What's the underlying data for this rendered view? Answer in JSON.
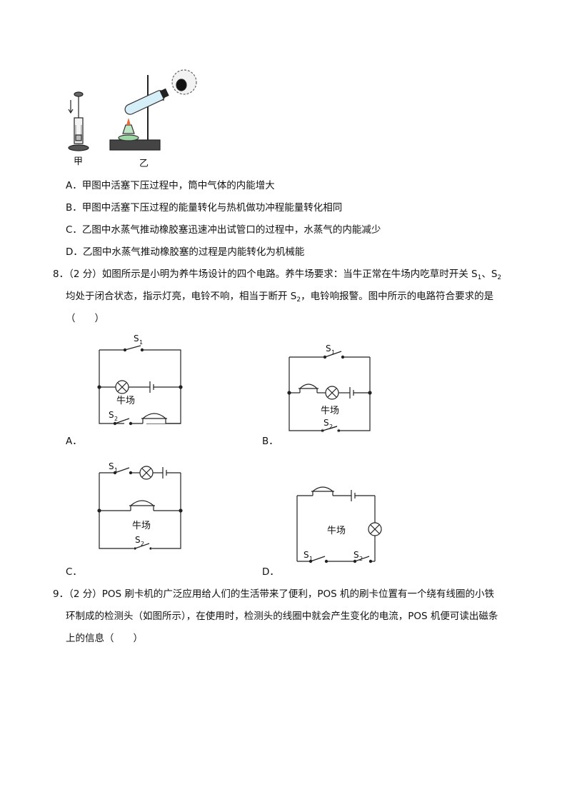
{
  "q7": {
    "figure_labels": {
      "jia": "甲",
      "yi": "乙"
    },
    "options": [
      "A．甲图中活塞下压过程中，筒中气体的内能增大",
      "B．甲图中活塞下压过程的能量转化与热机做功冲程能量转化相同",
      "C．乙图中水蒸气推动橡胶塞迅速冲出试管口的过程中，水蒸气的内能减少",
      "D．乙图中水蒸气推动橡胶塞的过程是内能转化为机械能"
    ]
  },
  "q8": {
    "number": "8．",
    "score": "（2 分）",
    "line1_a": "如图所示是小明为养牛场设计的四个电路。养牛场要求：当牛正常在牛场内吃草时开关 S",
    "line1_sub1": "1",
    "line1_mid": "、S",
    "line1_sub2": "2",
    "line2_a": "均处于闭合状态，指示灯亮，电铃不响，相当于断开 S",
    "line2_sub": "2",
    "line2_b": "，电铃响报警。图中所示的电路符合要求的是",
    "line3": "（　　）",
    "circuit_text": {
      "field": "牛场",
      "s": "S",
      "sub1": "1",
      "sub2": "2"
    },
    "options": [
      "A．",
      "B．",
      "C．",
      "D．"
    ]
  },
  "q9": {
    "number": "9．",
    "score": "（2 分）",
    "line1": "POS 刷卡机的广泛应用给人们的生活带来了便利，POS 机的刷卡位置有一个绕有线圈的小铁",
    "line2": "环制成的检测头（如图所示），在使用时，检测头的线圈中就会产生变化的电流，POS 机便可读出磁条",
    "line3": "上的信息（　　）"
  }
}
